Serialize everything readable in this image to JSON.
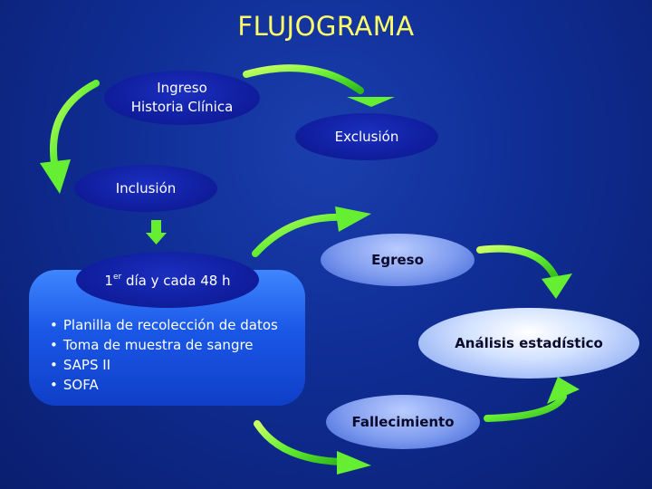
{
  "title": "FLUJOGRAMA",
  "nodes": {
    "ingreso": {
      "line1": "Ingreso",
      "line2": "Historia Clínica"
    },
    "exclusion": "Exclusión",
    "inclusion": "Inclusión",
    "dia": {
      "num": "1",
      "sup": "er",
      "rest": " día y cada 48 h"
    },
    "egreso": "Egreso",
    "analisis": "Análisis estadístico",
    "fallecimiento": "Fallecimiento"
  },
  "procedures": [
    "Planilla de recolección de datos",
    "Toma de muestra de sangre",
    "SAPS II",
    "SOFA"
  ],
  "colors": {
    "arrow": "#66ee33",
    "title": "#ffff66",
    "background": "#0f2d94"
  },
  "edges": [
    {
      "from": "Ingreso",
      "to": "Exclusión"
    },
    {
      "from": "Ingreso",
      "to": "Inclusión"
    },
    {
      "from": "Inclusión",
      "to": "1er día y cada 48 h"
    },
    {
      "from": "1er día y cada 48 h",
      "to": "Egreso"
    },
    {
      "from": "1er día y cada 48 h",
      "to": "Fallecimiento"
    },
    {
      "from": "Egreso",
      "to": "Análisis estadístico"
    },
    {
      "from": "Fallecimiento",
      "to": "Análisis estadístico"
    }
  ]
}
